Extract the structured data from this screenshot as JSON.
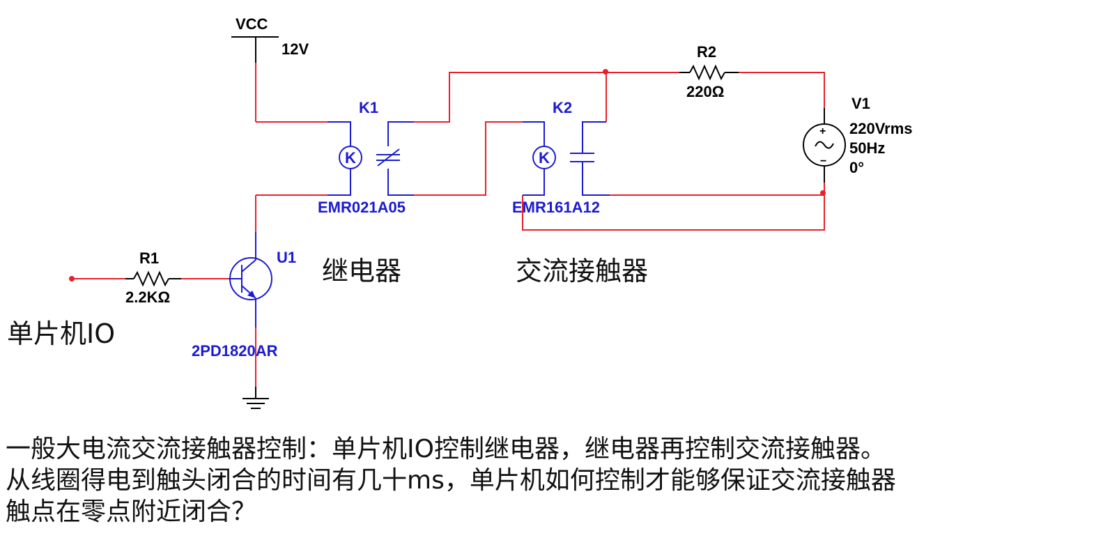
{
  "labels": {
    "vcc": "VCC",
    "vcc_value": "12V",
    "r1_name": "R1",
    "r1_value": "2.2KΩ",
    "r2_name": "R2",
    "r2_value": "220Ω",
    "k1_name": "K1",
    "k1_part": "EMR021A05",
    "k2_name": "K2",
    "k2_part": "EMR161A12",
    "u1_name": "U1",
    "u1_part": "2PD1820AR",
    "v1_name": "V1",
    "v1_voltage": "220Vrms",
    "v1_freq": "50Hz",
    "v1_phase": "0°",
    "coil_letter": "K",
    "plus": "+",
    "minus": "−",
    "relay_cn": "继电器",
    "contactor_cn": "交流接触器",
    "mcu_io_cn": "单片机IO"
  },
  "description": {
    "line1": "一般大电流交流接触器控制：单片机IO控制继电器，继电器再控制交流接触器。",
    "line2": "从线圈得电到触头闭合的时间有几十ms，单片机如何控制才能够保证交流接触器",
    "line3": "触点在零点附近闭合？"
  }
}
